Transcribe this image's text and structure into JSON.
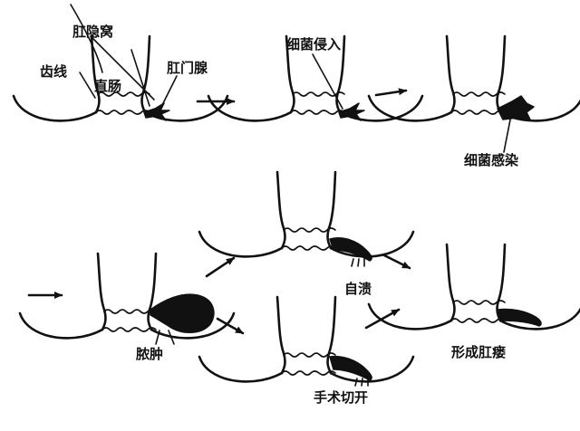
{
  "labels": {
    "anal_sinus": "肛隐窝",
    "dentate_line": "齿线",
    "rectum": "直肠",
    "anal_gland": "肛门腺",
    "bacteria_invade": "细菌侵入",
    "bacterial_infection": "细菌感染",
    "abscess": "脓肿",
    "self_rupture": "自溃",
    "surgical_incision": "手术切开",
    "fistula_formation": "形成肛瘘"
  }
}
